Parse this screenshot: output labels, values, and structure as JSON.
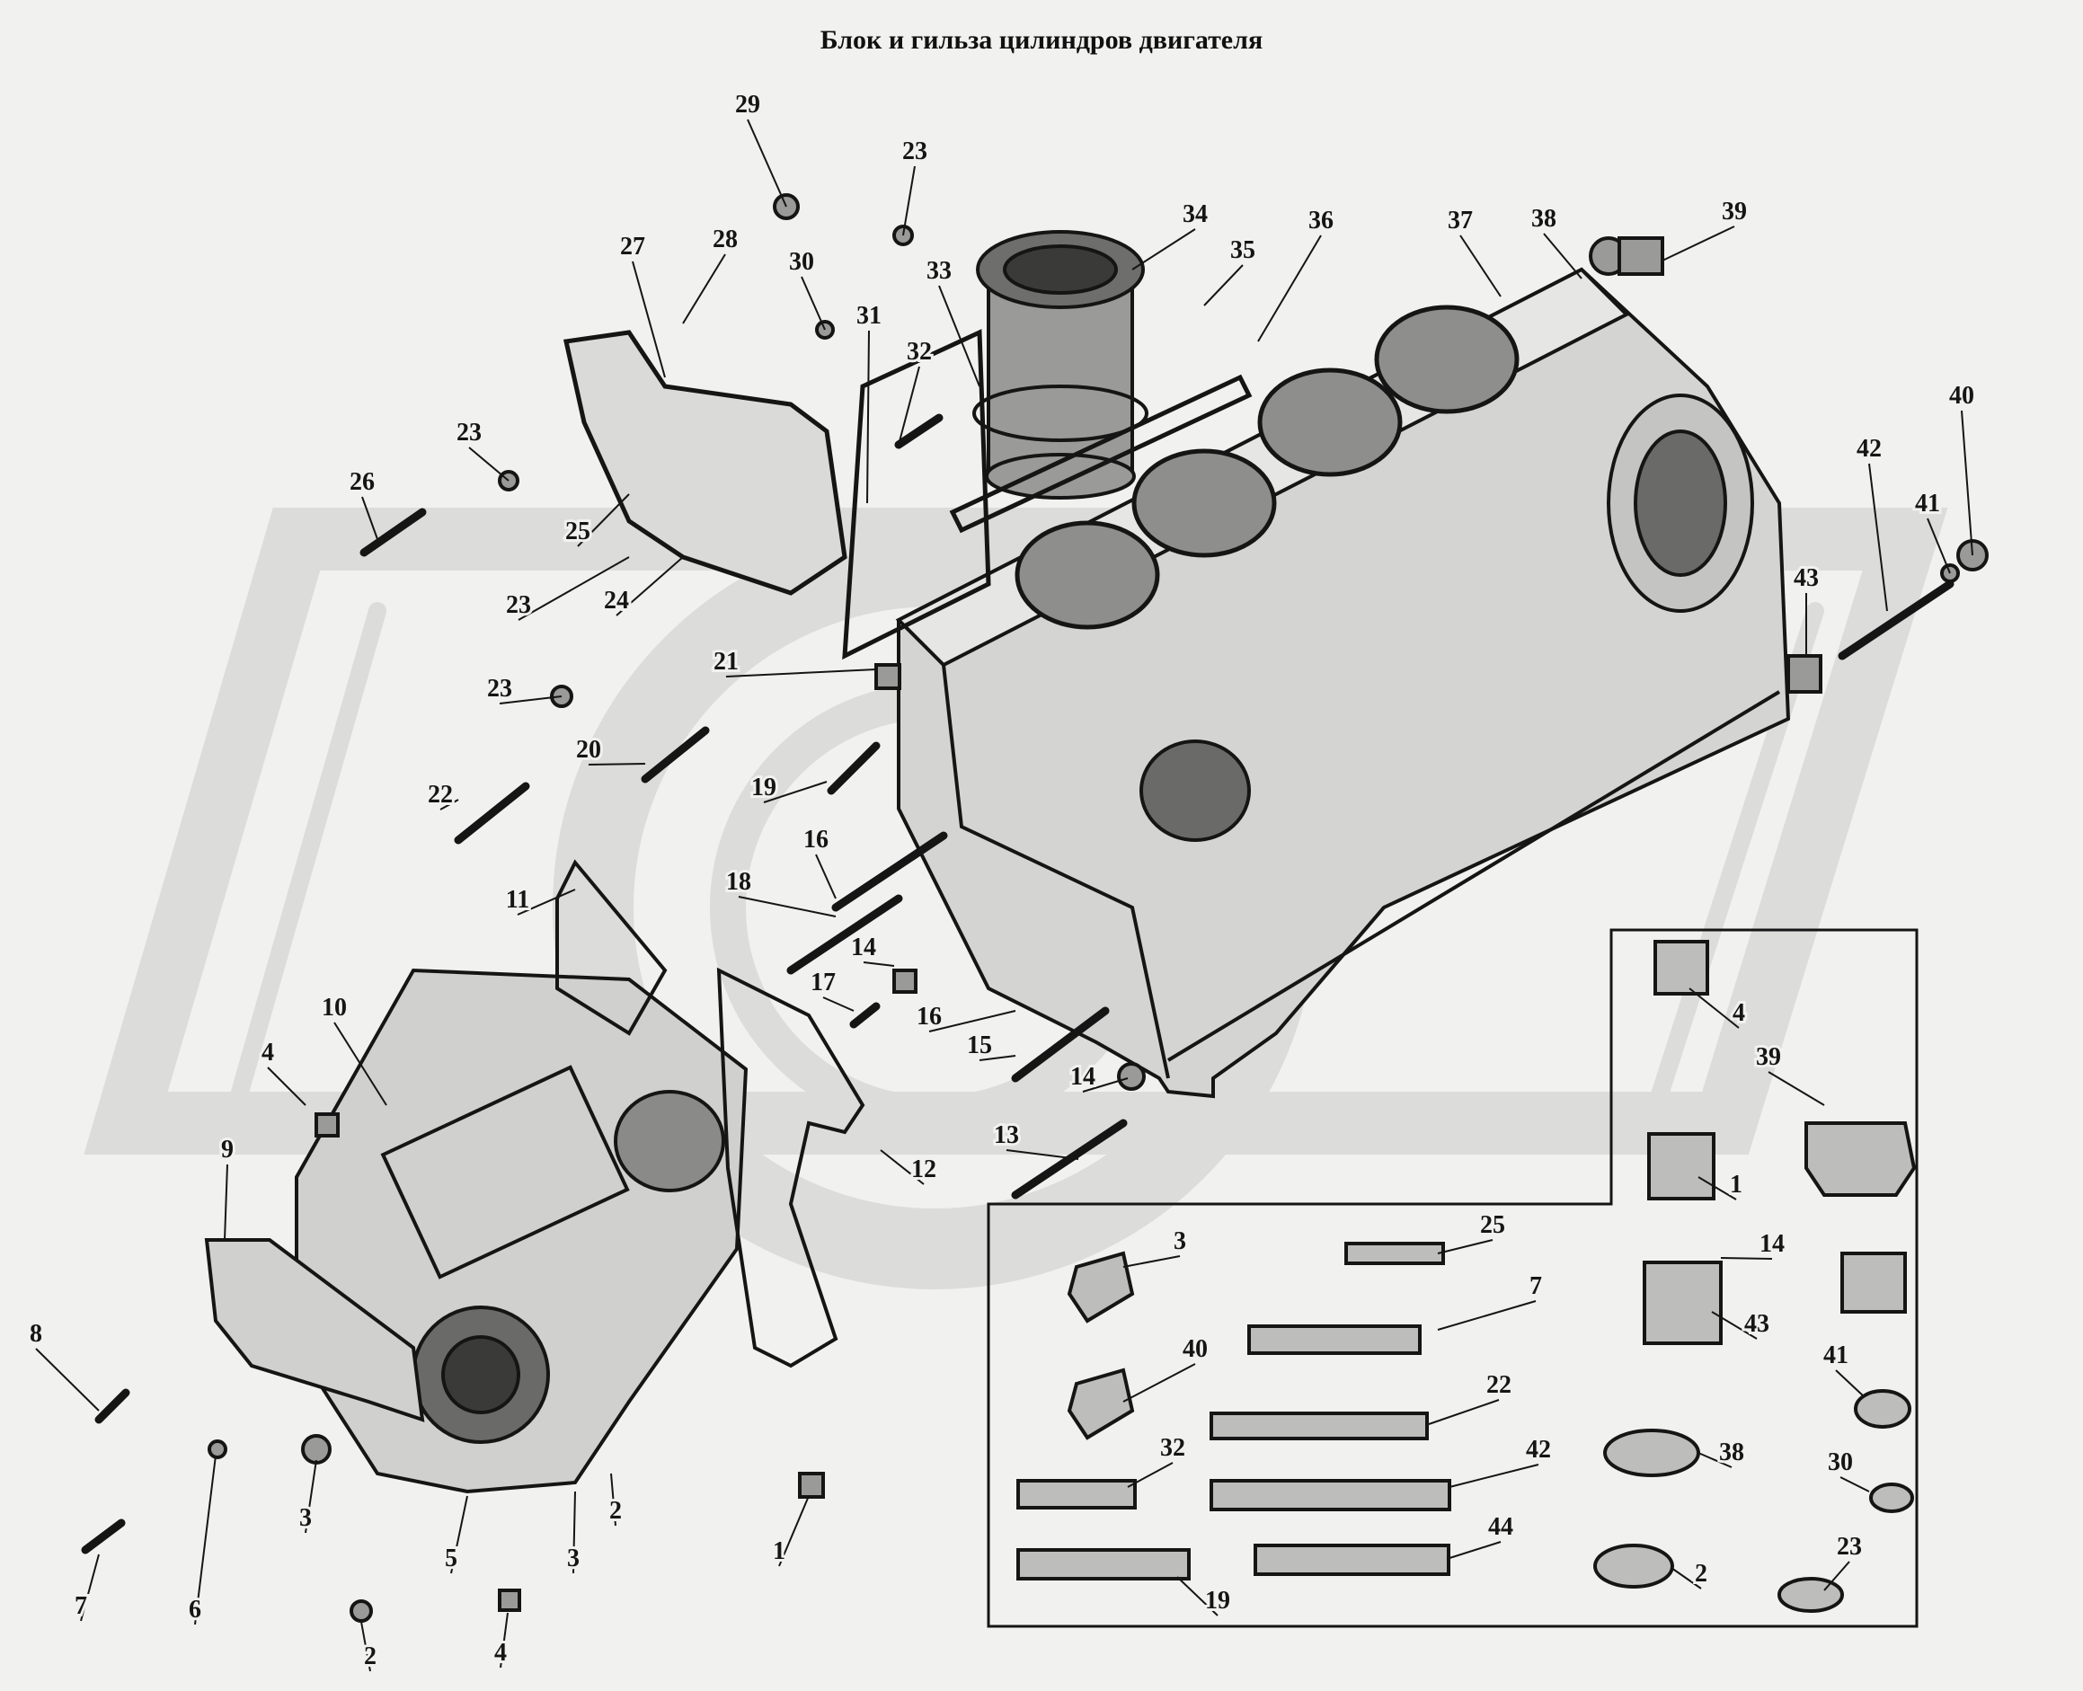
{
  "title": "Блок и гильза цилиндров двигателя",
  "callouts": [
    "29",
    "23",
    "34",
    "35",
    "36",
    "37",
    "38",
    "39",
    "27",
    "28",
    "30",
    "31",
    "33",
    "32",
    "23",
    "26",
    "25",
    "23",
    "24",
    "40",
    "42",
    "41",
    "43",
    "21",
    "23",
    "20",
    "22",
    "19",
    "11",
    "16",
    "18",
    "14",
    "17",
    "16",
    "15",
    "14",
    "10",
    "4",
    "13",
    "12",
    "9",
    "8",
    "3",
    "5",
    "3",
    "2",
    "1",
    "7",
    "6",
    "2",
    "4"
  ],
  "inset_callouts": [
    "4",
    "39",
    "1",
    "3",
    "25",
    "7",
    "14",
    "43",
    "40",
    "22",
    "41",
    "32",
    "42",
    "38",
    "30",
    "19",
    "44",
    "2",
    "23"
  ],
  "colors": {
    "background": "#f1f1ef",
    "ink": "#151515",
    "watermark": "#dcdcda",
    "part_fill": "#d4d4d2"
  }
}
